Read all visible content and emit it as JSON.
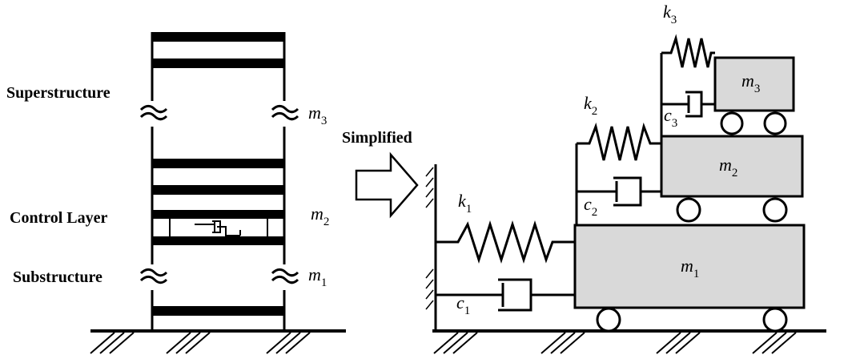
{
  "building": {
    "superstructure_label": "Superstructure",
    "control_layer_label": "Control Layer",
    "substructure_label": "Substructure",
    "mass_labels": [
      {
        "base": "m",
        "sub": "3"
      },
      {
        "base": "m",
        "sub": "2"
      },
      {
        "base": "m",
        "sub": "1"
      }
    ]
  },
  "arrow_label": "Simplified",
  "model": {
    "masses": [
      {
        "base": "m",
        "sub": "1"
      },
      {
        "base": "m",
        "sub": "2"
      },
      {
        "base": "m",
        "sub": "3"
      }
    ],
    "springs": [
      {
        "base": "k",
        "sub": "1"
      },
      {
        "base": "k",
        "sub": "2"
      },
      {
        "base": "k",
        "sub": "3"
      }
    ],
    "dampers": [
      {
        "base": "c",
        "sub": "1"
      },
      {
        "base": "c",
        "sub": "2"
      },
      {
        "base": "c",
        "sub": "3"
      }
    ]
  }
}
